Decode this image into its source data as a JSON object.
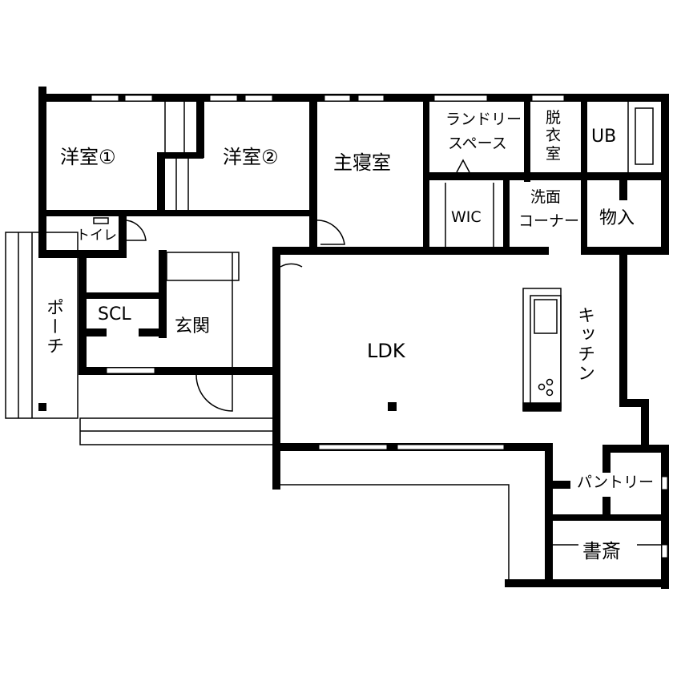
{
  "plan": {
    "title": "Floor Plan",
    "wall_color": "#000000",
    "background": "#ffffff"
  },
  "rooms": {
    "youshitsu1": "洋室①",
    "youshitsu2": "洋室②",
    "shushinshitsu": "主寝室",
    "laundry_line1": "ランドリー",
    "laundry_line2": "スペース",
    "datsuishitsu_line1": "脱",
    "datsuishitsu_line2": "衣",
    "datsuishitsu_line3": "室",
    "ub": "UB",
    "wic": "WIC",
    "senmen_line1": "洗面",
    "senmen_line2": "コーナー",
    "monoire": "物入",
    "toilet": "トイレ",
    "porch": "ポーチ",
    "scl": "SCL",
    "genkan": "玄関",
    "ldk": "LDK",
    "kitchen": "キッチン",
    "pantry": "パントリー",
    "shosai": "書斎"
  }
}
